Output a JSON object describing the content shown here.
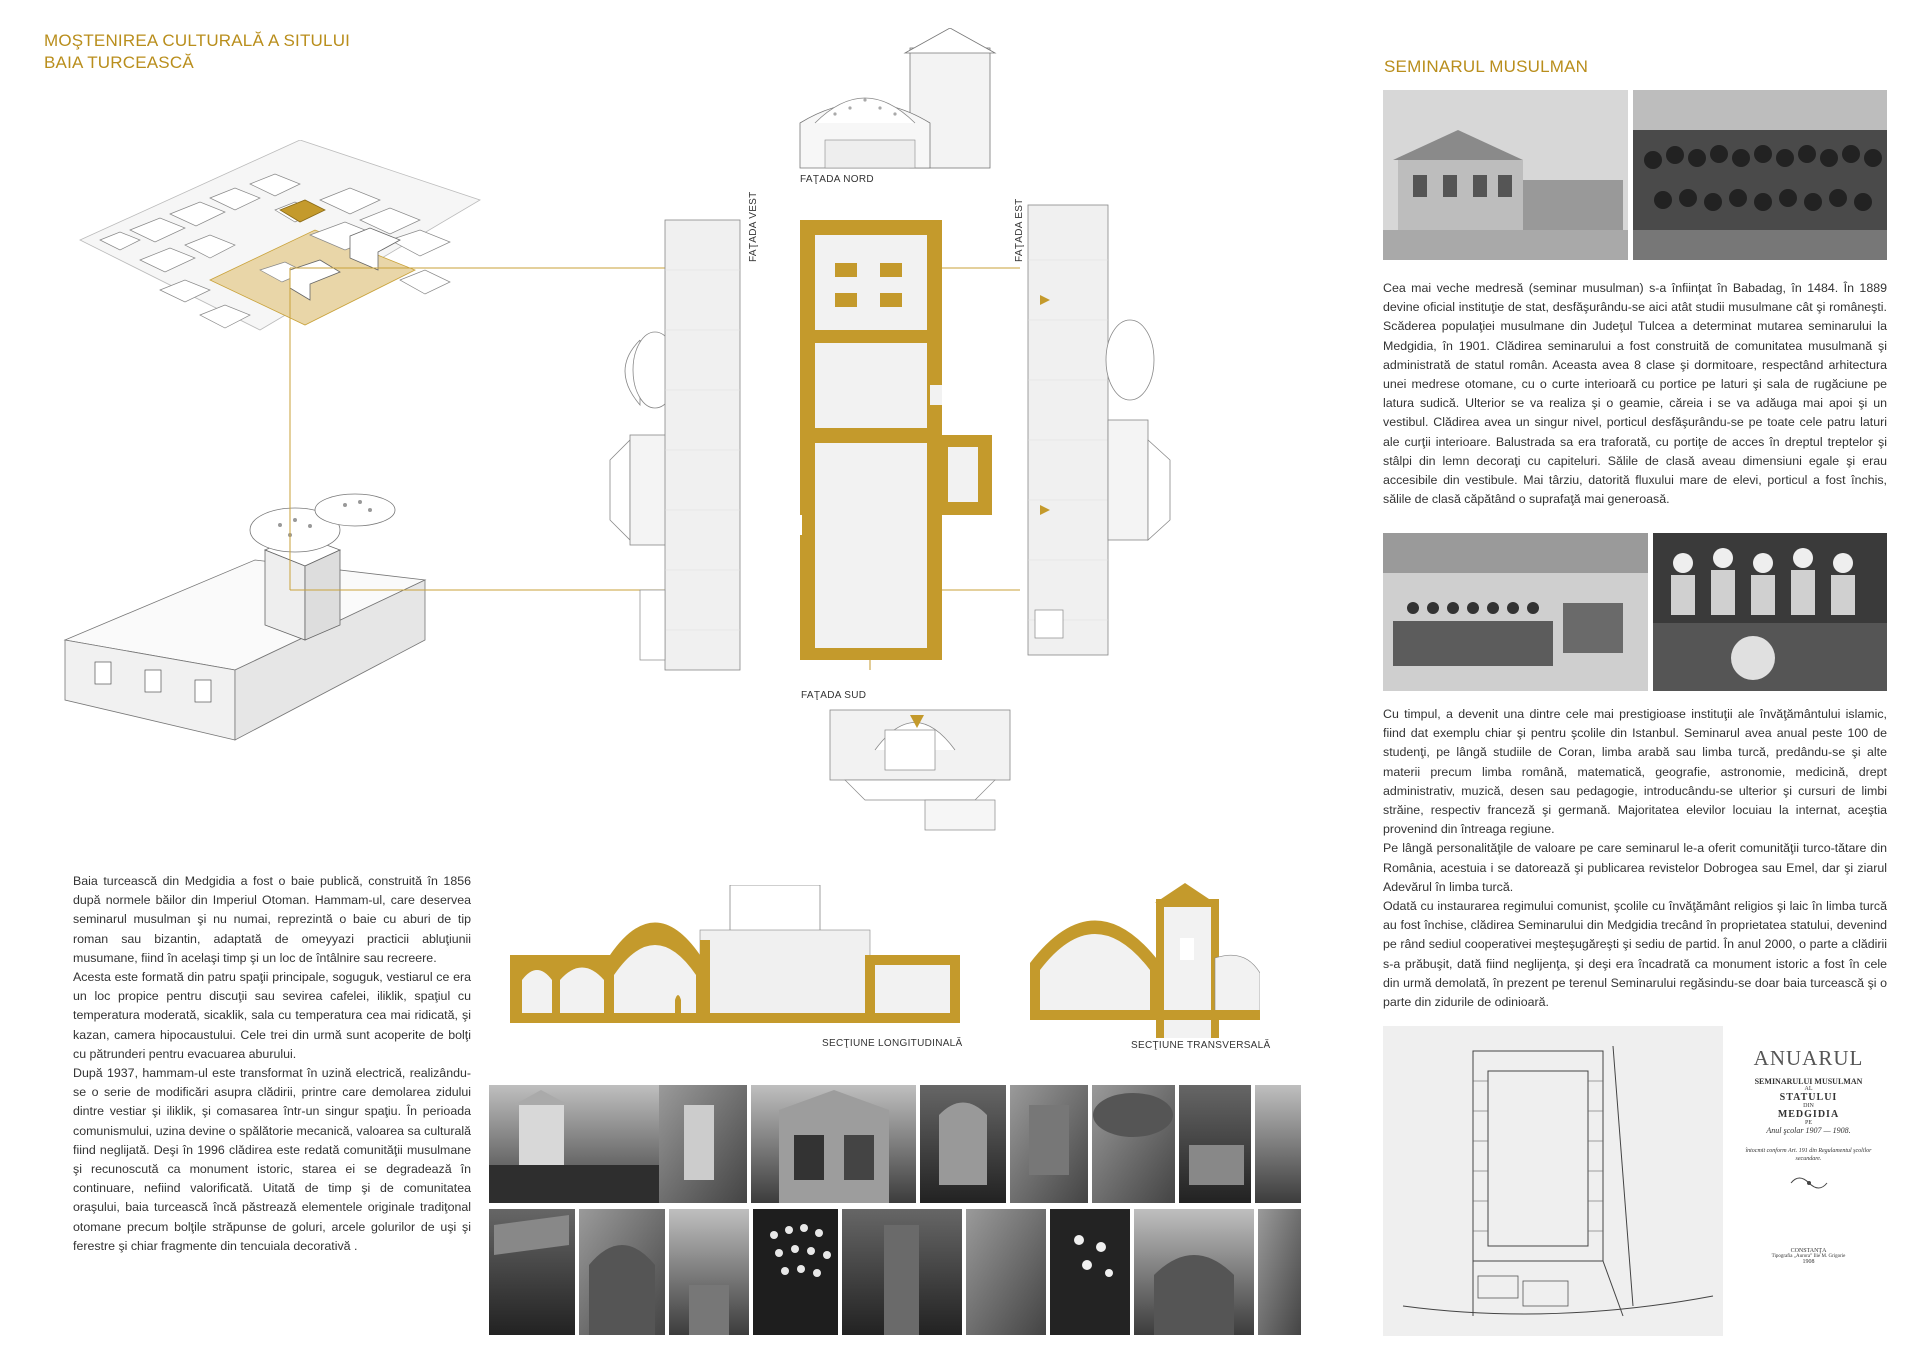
{
  "left": {
    "title_line1": "MOŞTENIREA CULTURALĂ A SITULUI",
    "title_line2": "BAIA TURCEASCĂ",
    "paragraphs": [
      "Baia turcească din Medgidia a fost o baie publică, construită în 1856 după normele băilor din Imperiul Otoman. Hammam-ul, care deservea seminarul musulman şi nu numai, reprezintă o baie cu aburi de tip roman sau bizantin, adaptată de omeyyazi practicii abluţiunii musumane, fiind în acelaşi timp şi un loc de întâlnire sau recreere.",
      "Acesta este formată din patru spaţii principale, soguguk, vestiarul ce era un loc propice pentru discuţii sau sevirea cafelei, iliklik, spaţiul cu temperatura moderată, sicaklik, sala cu temperatura cea mai ridicată, şi kazan, camera hipocaustului. Cele trei din urmă sunt acoperite de bolţi cu pătrunderi pentru evacuarea aburului.",
      "După 1937, hammam-ul este transformat în uzină electrică, realizându-se o serie de modificări asupra clădirii, printre care demolarea zidului dintre vestiar şi iliklik, şi comasarea într-un singur spaţiu. În perioada comunismului, uzina devine  o spălătorie mecanică, valoarea sa culturală fiind neglijată. Deşi în 1996 clădirea este redată comunităţii musulmane şi recunoscută ca monument istoric, starea ei se degradează în continuare, nefiind valorificată. Uitată de timp şi de comunitatea oraşului, baia turcească încă păstrează elementele originale tradiţonal otomane precum bolţile străpunse de goluri, arcele golurilor de uşi şi ferestre şi chiar fragmente din tencuiala decorativă ."
    ]
  },
  "drawings": {
    "fatada_nord": "FAŢADA NORD",
    "fatada_vest": "FAŢADA VEST",
    "fatada_est": "FAŢADA EST",
    "fatada_sud": "FAŢADA SUD",
    "sectiune_long": "SECŢIUNE LONGITUDINALĂ",
    "sectiune_trans": "SECŢIUNE TRANSVERSALĂ"
  },
  "right": {
    "title": "SEMINARUL MUSULMAN",
    "paragraph1": "Cea mai veche medresă (seminar musulman) s-a înfiinţat în Babadag, în 1484.  În 1889 devine oficial instituţie de stat, desfăşurându-se aici atât studii musulmane cât şi româneşti. Scăderea populaţiei musulmane din Judeţul Tulcea a determinat mutarea seminarului la Medgidia, în 1901. Clădirea seminarului a fost construită de comunitatea musulmană şi administrată de statul român. Aceasta avea 8 clase şi dormitoare, respectând arhitectura unei medrese otomane, cu o curte interioară cu portice pe laturi şi sala de rugăciune pe latura sudică. Ulterior se va realiza şi o geamie, căreia i se va adăuga mai apoi şi un vestibul. Clădirea avea un singur nivel, porticul desfăşurându-se pe toate cele patru laturi ale curţii interioare. Balustrada sa era traforată, cu portiţe de acces în dreptul treptelor şi stâlpi din lemn decoraţi cu capiteluri. Sălile de clasă aveau dimensiuni egale şi erau accesibile din vestibule. Mai târziu, datorită fluxului mare de elevi, porticul a fost închis, sălile de clasă căpătând o suprafaţă mai generoasă.",
    "paragraphs2": [
      "Cu timpul, a devenit una dintre cele mai prestigioase instituţii ale învăţământului islamic, fiind dat exemplu chiar şi pentru şcolile din Istanbul. Seminarul avea anual peste 100 de studenţi, pe lângă studiile de Coran, limba arabă sau limba turcă, predându-se şi alte materii precum limba română, matematică, geografie, astronomie, medicină, drept administrativ, muzică, desen sau pedagogie, introducându-se ulterior şi cursuri de limbi străine, respectiv franceză şi germană. Majoritatea elevilor locuiau la internat, aceştia provenind din întreaga regiune.",
      "Pe lângă personalităţile de valoare pe care seminarul le-a oferit comunităţii turco-tătare din România, acestuia i se datorează şi publicarea revistelor Dobrogea sau Emel, dar şi ziarul Adevărul în limba turcă.",
      "Odată cu instaurarea regimului comunist, şcolile cu învăţământ religios şi laic în limba turcă au fost închise, clădirea Seminarului din Medgidia trecând în proprietatea statului, devenind pe rând sediul cooperativei meşteşugăreşti şi sediu de partid. În anul 2000, o parte a clădirii s-a prăbuşit, dată fiind neglijenţa, şi deşi era încadrată ca monument istoric a fost în cele din urmă demolată, în prezent pe terenul Seminarului regăsindu-se doar baia turcească şi o parte din zidurile de odinioară."
    ],
    "anuarul": {
      "l1": "ANUARUL",
      "l2": "SEMINARULUI MUSULMAN",
      "l3": "AL",
      "l4": "STATULUI",
      "l5": "DIN",
      "l6": "MEDGIDIA",
      "l7": "PE",
      "l8": "Anul şcolar 1907 — 1908.",
      "l9": "întocmit conform Art. 191 din Regulamentul şcolilor secundare.",
      "l10": "CONSTANŢA",
      "l11": "Tipografia „Aurora” Ilie M. Grigorie",
      "l12": "1908"
    }
  },
  "colors": {
    "accent": "#b98e1c",
    "fill": "#c49a2c",
    "plaza": "#e9d6a8"
  }
}
